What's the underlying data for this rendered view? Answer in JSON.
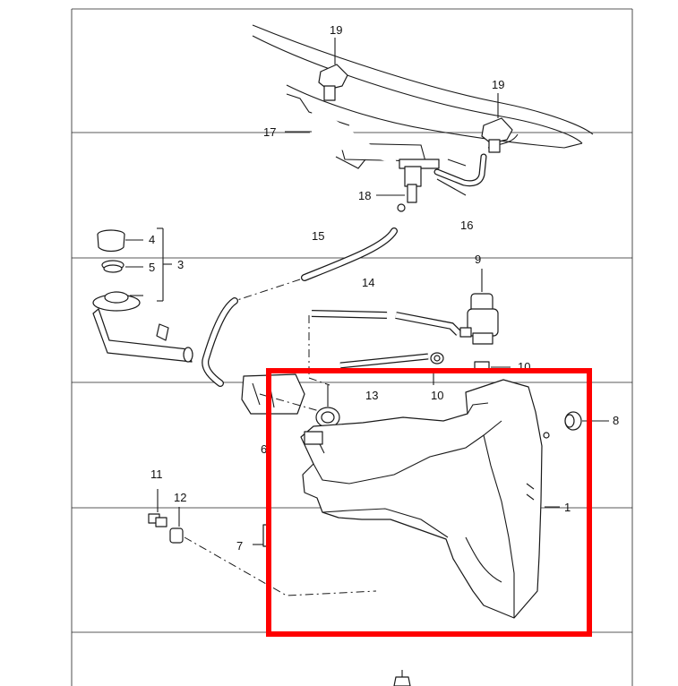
{
  "callouts": {
    "c1": "1",
    "c3": "3",
    "c4": "4",
    "c5": "5",
    "c6": "6",
    "c7": "7",
    "c8": "8",
    "c9": "9",
    "c10a": "10",
    "c10b": "10",
    "c11": "11",
    "c12": "12",
    "c13": "13",
    "c14": "14",
    "c15": "15",
    "c16": "16",
    "c17": "17",
    "c18": "18",
    "c19a": "19",
    "c19b": "19"
  },
  "highlight": {
    "color": "#ff0000",
    "target_part": "1"
  },
  "colors": {
    "line": "#1a1a1a",
    "background": "#ffffff"
  }
}
